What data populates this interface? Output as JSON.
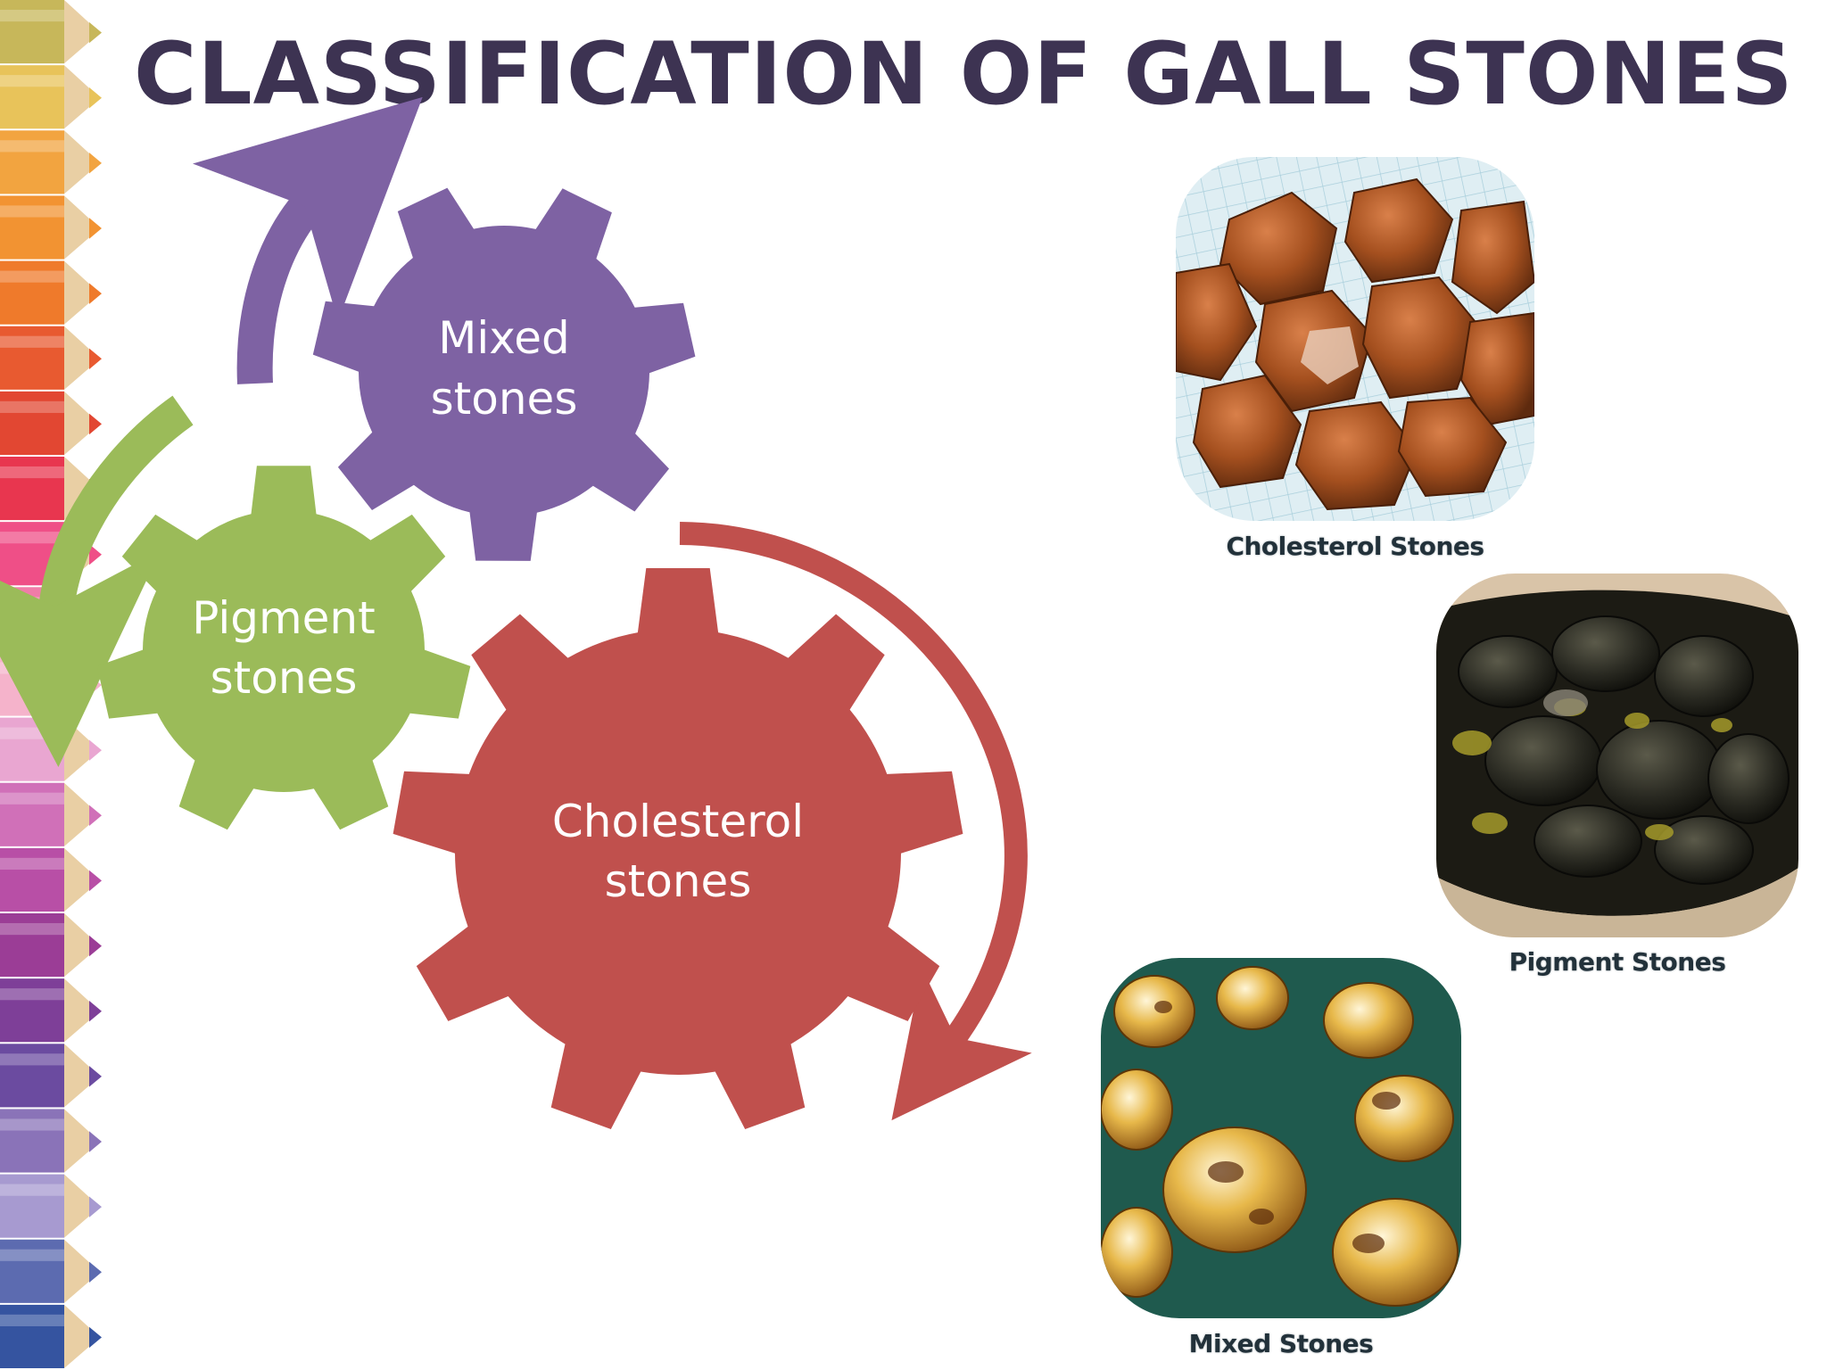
{
  "slide": {
    "title": "CLASSIFICATION OF GALL STONES"
  },
  "colors": {
    "title": "#3d3352",
    "mixed": "#7e62a3",
    "pigment": "#9bbb59",
    "cholesterol": "#c0504d",
    "caption": "#22313a"
  },
  "gears": {
    "mixed": {
      "line1": "Mixed",
      "line2": "stones",
      "icon": "gear-icon"
    },
    "pigment": {
      "line1": "Pigment",
      "line2": "stones",
      "icon": "gear-icon"
    },
    "cholesterol": {
      "line1": "Cholesterol",
      "line2": "stones",
      "icon": "gear-icon"
    }
  },
  "arrows": [
    "curved-arrow-icon",
    "curved-arrow-icon",
    "curved-arrow-icon"
  ],
  "photos": {
    "cholesterol": {
      "caption": "Cholesterol Stones"
    },
    "pigment": {
      "caption": "Pigment Stones"
    },
    "mixed": {
      "caption": "Mixed Stones"
    }
  }
}
